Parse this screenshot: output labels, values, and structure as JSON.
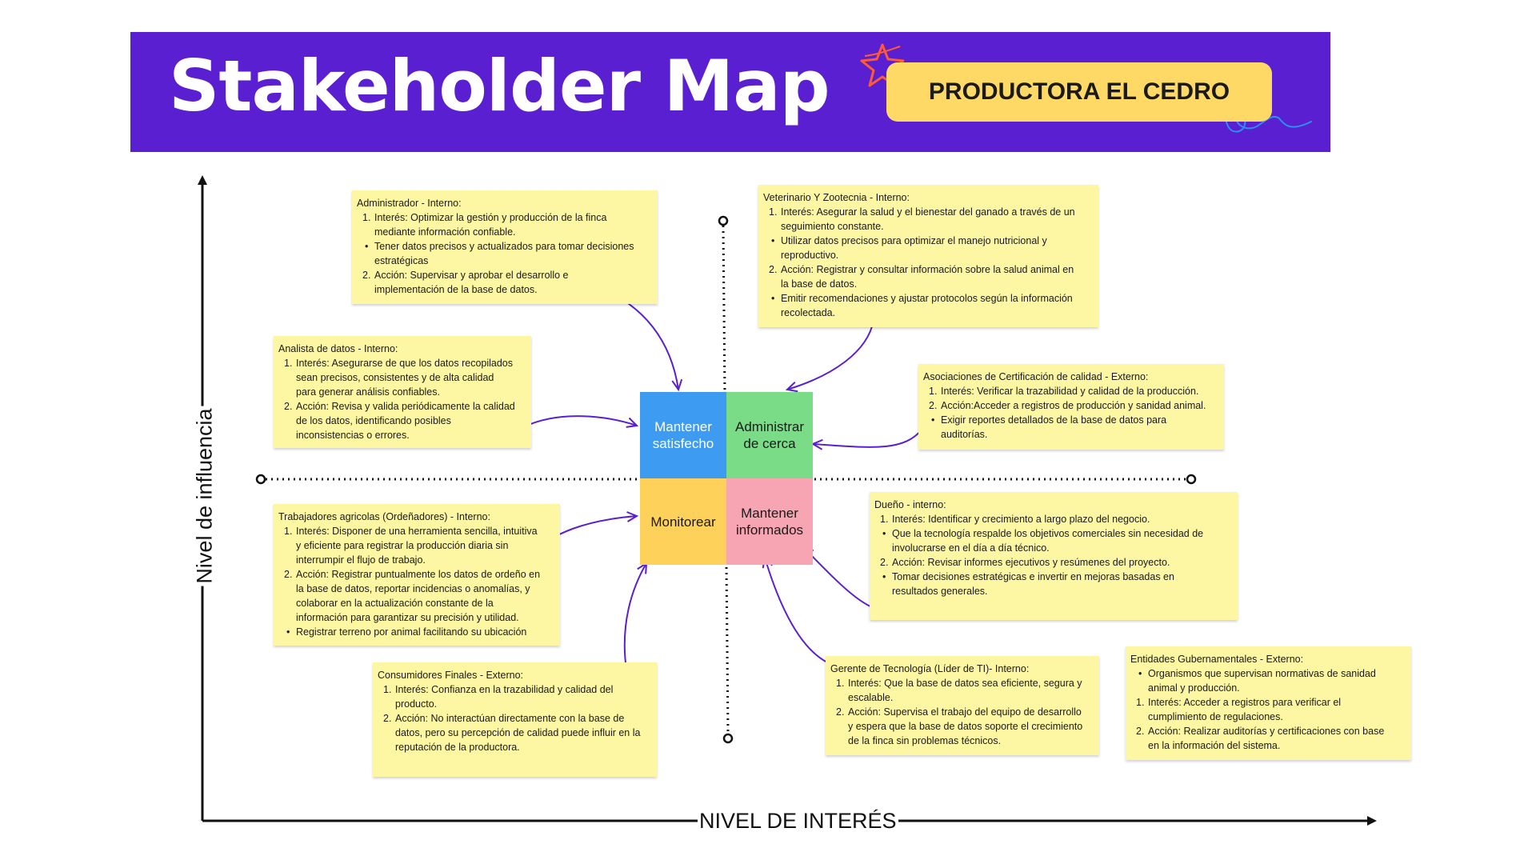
{
  "header": {
    "title": "Stakeholder Map",
    "badge": "PRODUCTORA EL CEDRO",
    "colors": {
      "background": "#5a1fd1",
      "badge": "#ffd966"
    },
    "decorations": [
      "star-icon",
      "scribble-icon"
    ]
  },
  "axes": {
    "x_label": "NIVEL DE INTERÉS",
    "y_label": "Nivel de influencia"
  },
  "quadrants": [
    {
      "id": "top-left",
      "lines": [
        "Mantener",
        "satisfecho"
      ],
      "color": "#3d9cf2"
    },
    {
      "id": "top-right",
      "lines": [
        "Administrar",
        "de cerca"
      ],
      "color": "#7bdc87"
    },
    {
      "id": "bottom-left",
      "lines": [
        "Monitorear"
      ],
      "color": "#fdd15a"
    },
    {
      "id": "bottom-right",
      "lines": [
        "Mantener",
        "informados"
      ],
      "color": "#f7a5b2"
    }
  ],
  "notes": [
    {
      "id": "administrador",
      "title": "Administrador - Interno:",
      "items": [
        {
          "marker": "1.",
          "lines": [
            "Interés: Optimizar la gestión y producción de la finca",
            "mediante información confiable."
          ]
        },
        {
          "marker": "•",
          "lines": [
            "Tener datos precisos y actualizados para tomar decisiones",
            "estratégicas"
          ]
        },
        {
          "marker": "2.",
          "lines": [
            "Acción:  Supervisar y aprobar el desarrollo e",
            "implementación de la base de datos."
          ]
        }
      ]
    },
    {
      "id": "veterinario",
      "title": "Veterinario Y Zootecnia - Interno:",
      "items": [
        {
          "marker": "1.",
          "lines": [
            "Interés: Asegurar la salud y el bienestar del ganado a través de un",
            "seguimiento constante."
          ]
        },
        {
          "marker": "•",
          "lines": [
            "Utilizar datos precisos para optimizar el manejo nutricional y",
            "reproductivo."
          ]
        },
        {
          "marker": "2.",
          "lines": [
            "Acción: Registrar y consultar información sobre la salud animal en",
            "la base de datos."
          ]
        },
        {
          "marker": "•",
          "lines": [
            "Emitir recomendaciones y ajustar protocolos según la información",
            "recolectada."
          ]
        }
      ]
    },
    {
      "id": "analista",
      "title": "Analista de datos - Interno:",
      "items": [
        {
          "marker": "1.",
          "lines": [
            "Interés: Asegurarse de que los datos recopilados",
            "sean precisos, consistentes y de alta calidad",
            "para generar análisis confiables."
          ]
        },
        {
          "marker": "2.",
          "lines": [
            "Acción: Revisa y valida periódicamente la calidad",
            "de los datos, identificando posibles",
            "inconsistencias o errores."
          ]
        }
      ]
    },
    {
      "id": "asociaciones",
      "title": "Asociaciones de Certificación  de calidad - Externo:",
      "items": [
        {
          "marker": "1.",
          "lines": [
            "Interés: Verificar la trazabilidad y calidad de la producción."
          ]
        },
        {
          "marker": "2.",
          "lines": [
            "Acción:Acceder a registros de producción y sanidad animal."
          ]
        },
        {
          "marker": "•",
          "lines": [
            "Exigir reportes detallados de la base de datos para",
            "auditorías."
          ]
        }
      ]
    },
    {
      "id": "trabajadores",
      "title": "Trabajadores agricolas (Ordeñadores) - Interno:",
      "items": [
        {
          "marker": "1.",
          "lines": [
            "Interés: Disponer de una herramienta sencilla, intuitiva",
            "y eficiente para registrar la producción diaria sin",
            "interrumpir el flujo de trabajo."
          ]
        },
        {
          "marker": "2.",
          "lines": [
            "Acción:  Registrar puntualmente los datos de ordeño en",
            "la base de datos, reportar incidencias o anomalías, y",
            "colaborar en la actualización constante de la",
            "información para garantizar su precisión y utilidad."
          ]
        },
        {
          "marker": "•",
          "lines": [
            "Registrar terreno por animal facilitando su ubicación"
          ]
        }
      ]
    },
    {
      "id": "dueno",
      "title": "Dueño - interno:",
      "items": [
        {
          "marker": "1.",
          "lines": [
            "Interés: Identificar y crecimiento a largo plazo del negocio."
          ]
        },
        {
          "marker": "•",
          "lines": [
            "Que la tecnología respalde los objetivos comerciales sin necesidad de",
            "involucrarse en el día a día técnico."
          ]
        },
        {
          "marker": "2.",
          "lines": [
            "Acción: Revisar informes ejecutivos y resúmenes del proyecto."
          ]
        },
        {
          "marker": "•",
          "lines": [
            "Tomar decisiones estratégicas e invertir en mejoras basadas en",
            "resultados  generales."
          ]
        }
      ]
    },
    {
      "id": "consumidores",
      "title": "Consumidores Finales - Externo:",
      "items": [
        {
          "marker": "1.",
          "lines": [
            "Interés: Confianza en la trazabilidad y calidad del",
            "producto."
          ]
        },
        {
          "marker": "2.",
          "lines": [
            "Acción: No interactúan directamente con la base de",
            "datos, pero su percepción de calidad puede influir en la",
            "reputación de la productora."
          ]
        }
      ]
    },
    {
      "id": "gerente",
      "title": "Gerente de Tecnología (Líder de TI)- Interno:",
      "items": [
        {
          "marker": "1.",
          "lines": [
            "Interés: Que la base de datos sea eficiente, segura y",
            "escalable."
          ]
        },
        {
          "marker": "2.",
          "lines": [
            "Acción: Supervisa el trabajo del equipo de desarrollo",
            "y espera que la base de datos soporte el crecimiento",
            "de la finca sin problemas técnicos."
          ]
        }
      ]
    },
    {
      "id": "entidades",
      "title": "Entidades Gubernamentales - Externo:",
      "items": [
        {
          "marker": "•",
          "lines": [
            "Organismos que supervisan normativas de sanidad",
            "animal y producción."
          ]
        },
        {
          "marker": "1.",
          "lines": [
            "Interés: Acceder a registros para verificar el",
            "cumplimiento de regulaciones."
          ]
        },
        {
          "marker": "2.",
          "lines": [
            "Acción: Realizar auditorías y certificaciones con base",
            "en la información del sistema."
          ]
        }
      ]
    }
  ]
}
